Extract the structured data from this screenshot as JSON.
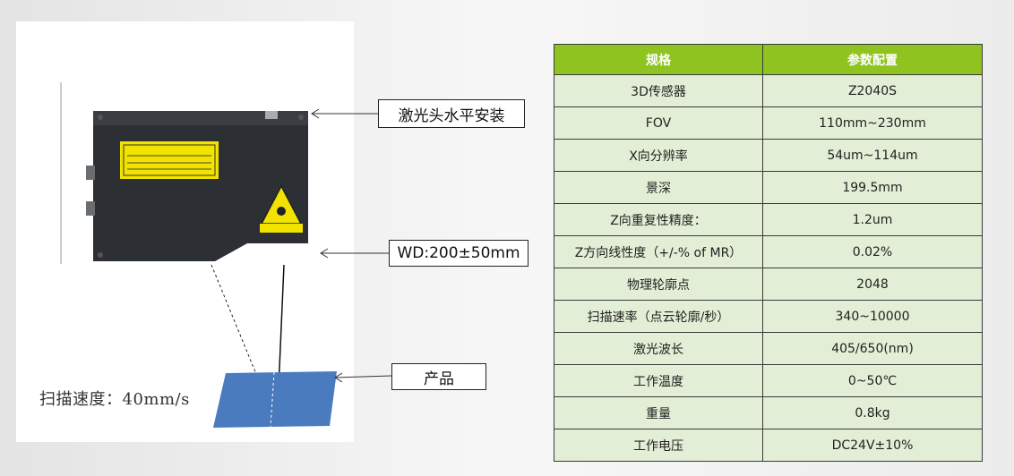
{
  "callouts": {
    "mount": "激光头水平安装",
    "wd": "WD:200±50mm",
    "product": "产品"
  },
  "scan_speed": "扫描速度：40mm/s",
  "table": {
    "headers": [
      "规格",
      "参数配置"
    ],
    "rows": [
      [
        "3D传感器",
        "Z2040S"
      ],
      [
        "FOV",
        "110mm~230mm"
      ],
      [
        "X向分辨率",
        "54um~114um"
      ],
      [
        "景深",
        "199.5mm"
      ],
      [
        "Z向重复性精度：",
        "1.2um"
      ],
      [
        "Z方向线性度（+/-% of MR）",
        "0.02%"
      ],
      [
        "物理轮廓点",
        "2048"
      ],
      [
        "扫描速率（点云轮廓/秒）",
        "340~10000"
      ],
      [
        "激光波长",
        "405/650(nm)"
      ],
      [
        "工作温度",
        "0~50℃"
      ],
      [
        "重量",
        "0.8kg"
      ],
      [
        "工作电压",
        "DC24V±10%"
      ]
    ]
  },
  "colors": {
    "header_bg": "#8fc31f",
    "row_bg": "#e2eed5",
    "product_fill": "#4a7bbf"
  }
}
